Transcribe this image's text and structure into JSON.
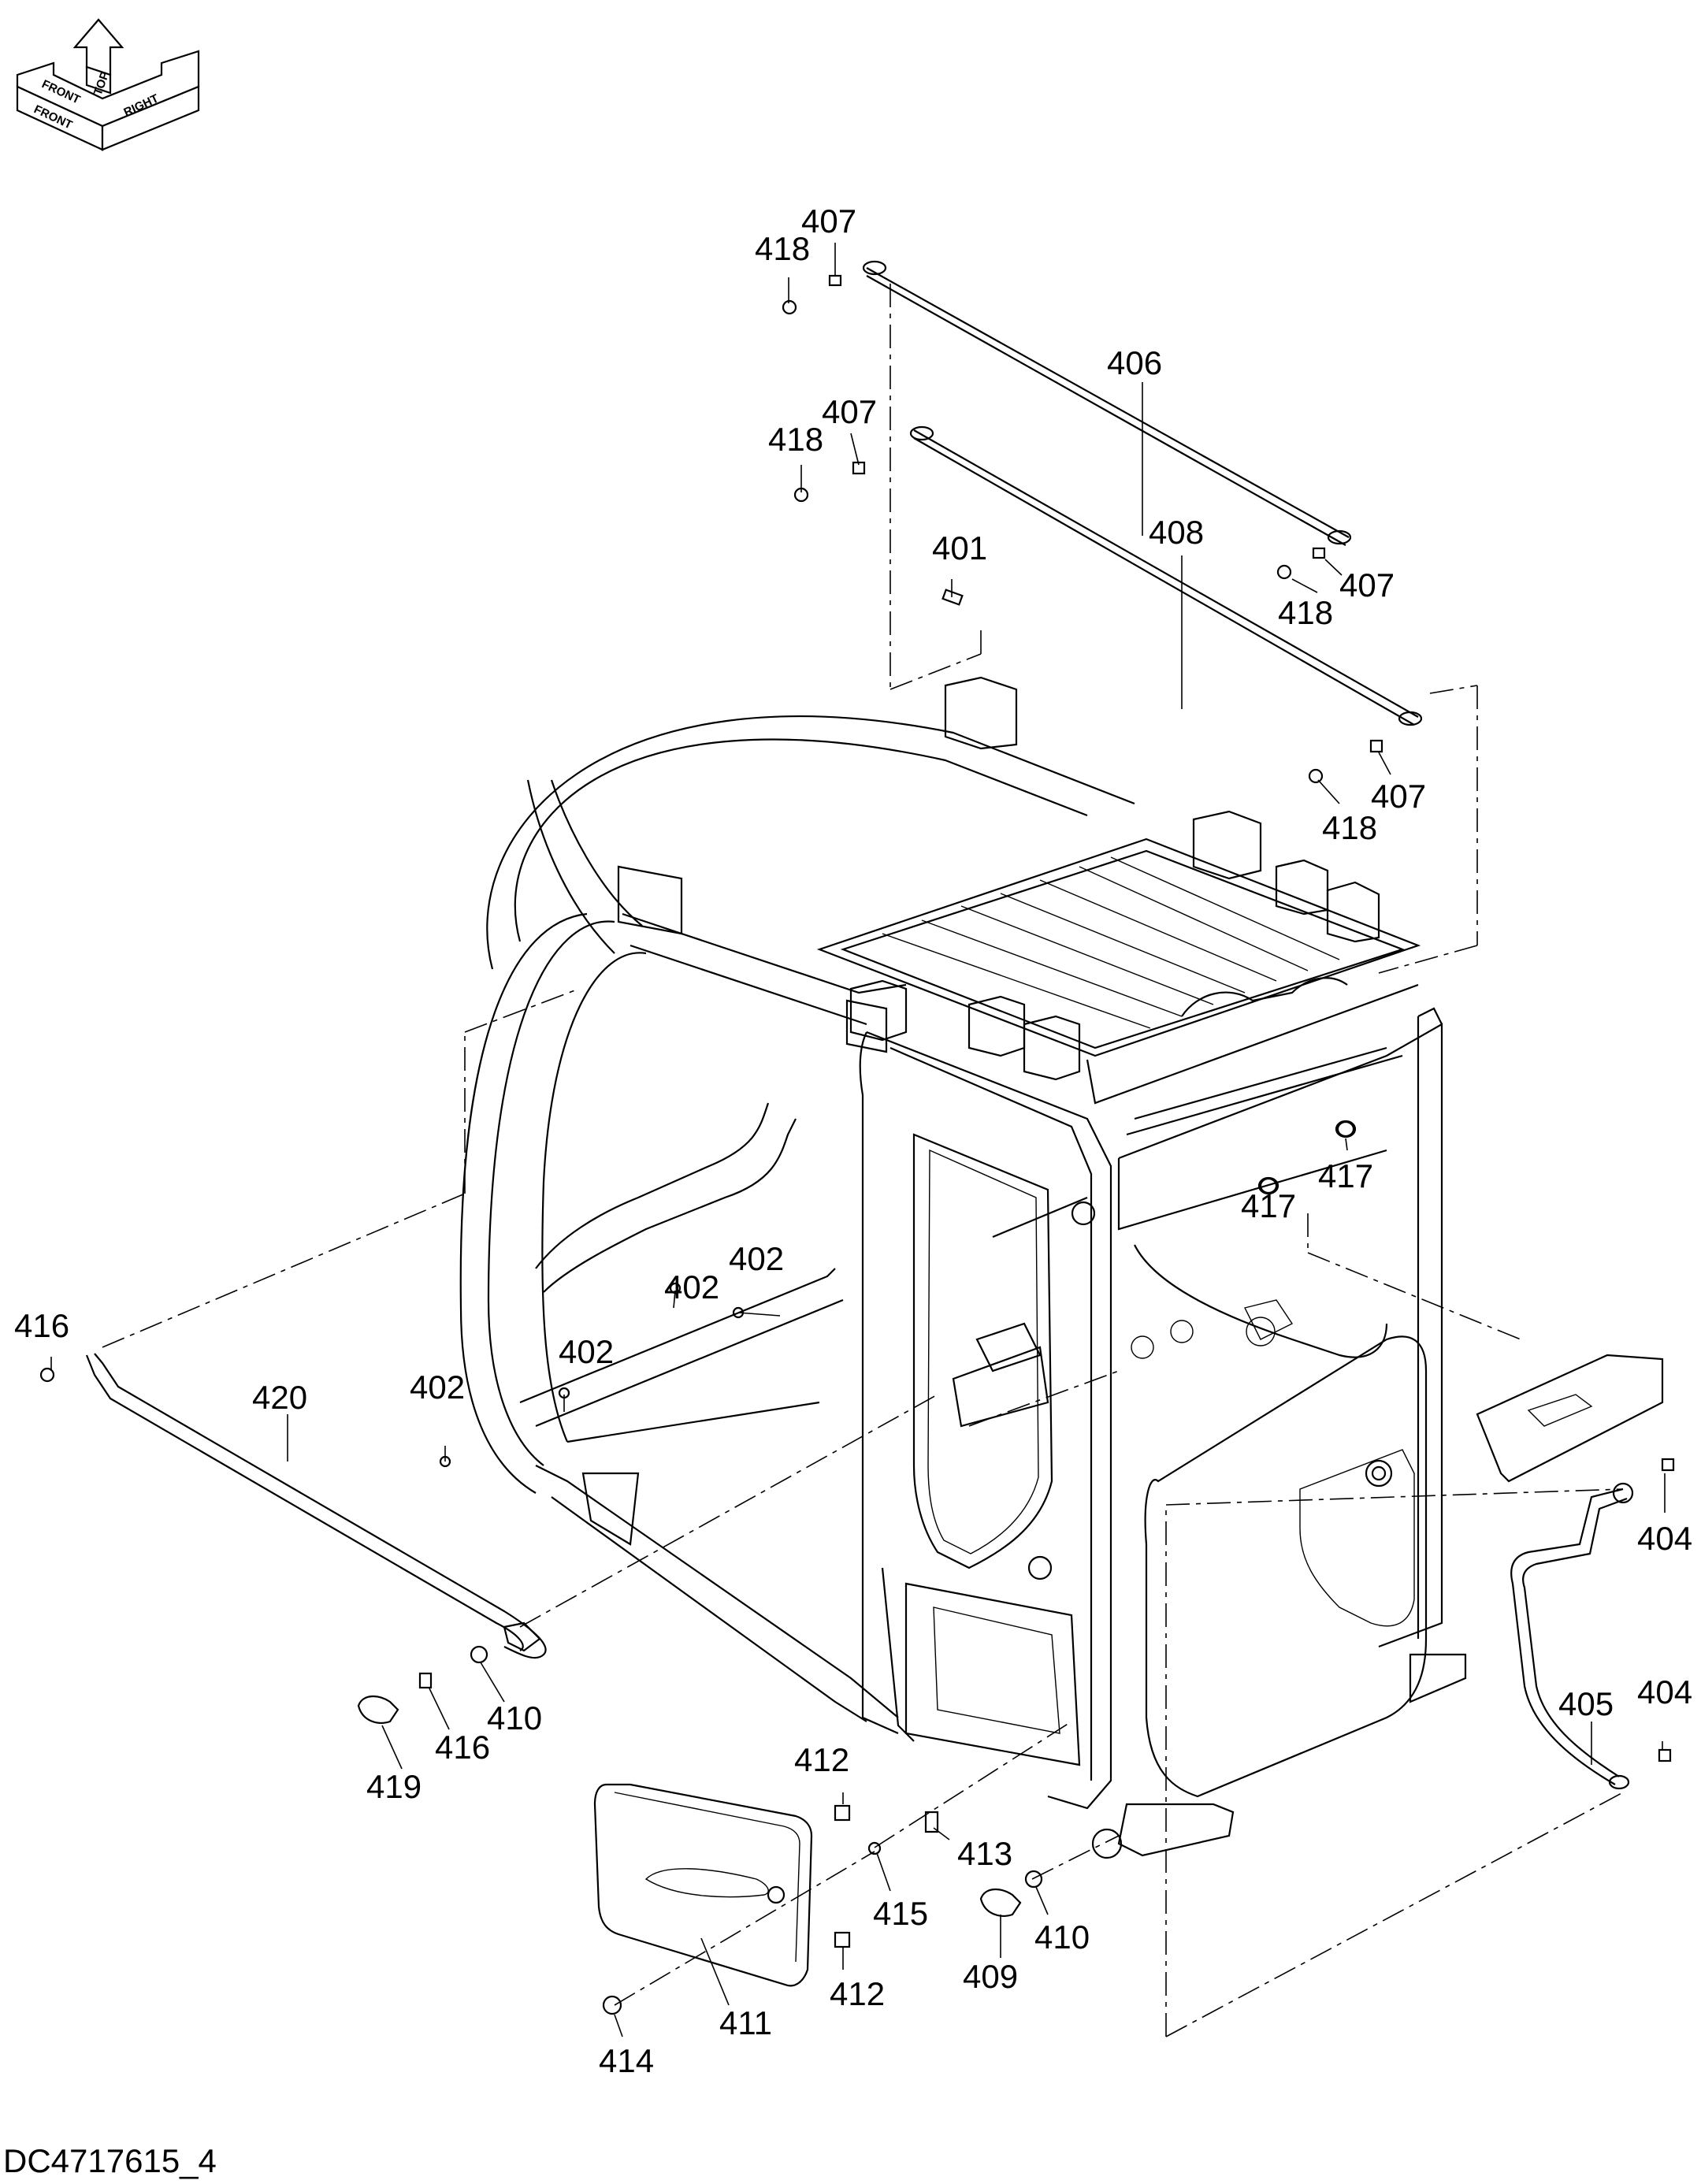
{
  "document_id": "DC4717615_4",
  "orientation_labels": {
    "top": "TOP",
    "front_upper": "FRONT",
    "front_lower": "FRONT",
    "right": "RIGHT"
  },
  "part_labels": [
    "407",
    "418",
    "406",
    "407",
    "418",
    "408",
    "401",
    "407",
    "418",
    "407",
    "418",
    "417",
    "417",
    "402",
    "402",
    "402",
    "402",
    "416",
    "420",
    "404",
    "405",
    "404",
    "410",
    "416",
    "419",
    "412",
    "413",
    "415",
    "410",
    "409",
    "411",
    "412",
    "414"
  ]
}
